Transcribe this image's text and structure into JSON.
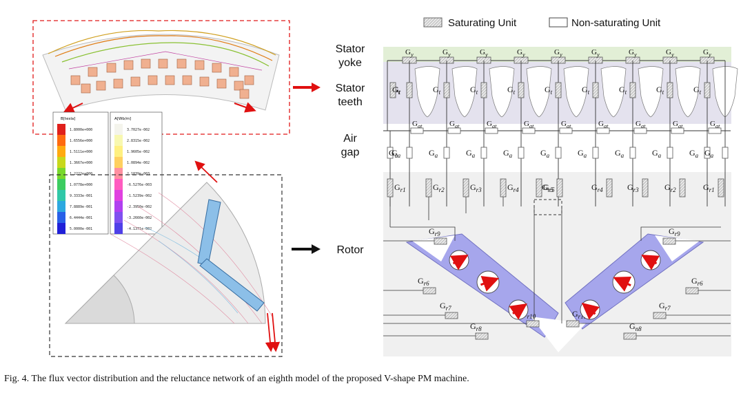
{
  "legend": {
    "saturating": "Saturating Unit",
    "non_saturating": "Non-saturating Unit"
  },
  "labels": {
    "stator_yoke": "Stator\nyoke",
    "stator_teeth": "Stator\nteeth",
    "air_gap": "Air\ngap",
    "rotor": "Rotor"
  },
  "colorbar_b": {
    "title": "B[tesla]",
    "values": [
      "1.8000e+000",
      "1.6556e+000",
      "1.5111e+000",
      "1.3667e+000",
      "1.2222e+000",
      "1.0778e+000",
      "9.3333e-001",
      "7.8889e-001",
      "6.4444e-001",
      "5.0000e-001"
    ],
    "colors": [
      "#e0201c",
      "#ff6a10",
      "#ffaa10",
      "#c8d81c",
      "#78d82c",
      "#3ccc60",
      "#30c8a8",
      "#2ca8e0",
      "#2860e8",
      "#2020d8"
    ]
  },
  "colorbar_a": {
    "title": "A[Wb/m]",
    "values": [
      "3.7027e-002",
      "2.8315e-002",
      "1.9605e-002",
      "1.0894e-002",
      "2.1839e-003",
      "-6.5276e-003",
      "-1.5239e-002",
      "-2.3950e-002",
      "-3.2660e-002",
      "-4.1371e-002"
    ],
    "colors": [
      "#f4f4ec",
      "#f8f8b0",
      "#fff080",
      "#ffd060",
      "#ff90a0",
      "#ff5cc0",
      "#e040e0",
      "#b040f0",
      "#8050f0",
      "#5040e8"
    ]
  },
  "network": {
    "yoke": "G",
    "yoke_sub": "y",
    "teeth_sub": "t",
    "airgap_top_sub": "at",
    "airgap_sub": "a",
    "rotor_top": [
      "r1",
      "r2",
      "r3",
      "r4",
      "r5",
      "r5",
      "r4",
      "r3",
      "r2",
      "r1"
    ],
    "rotor_left": [
      "r9",
      "r6",
      "r7",
      "r8",
      "r10"
    ],
    "rotor_right": [
      "r9",
      "r6",
      "r7",
      "n8",
      "r10"
    ]
  },
  "caption": "Fig. 4.  The flux vector distribution and the reluctance network of an eighth model of the proposed V-shape PM machine."
}
